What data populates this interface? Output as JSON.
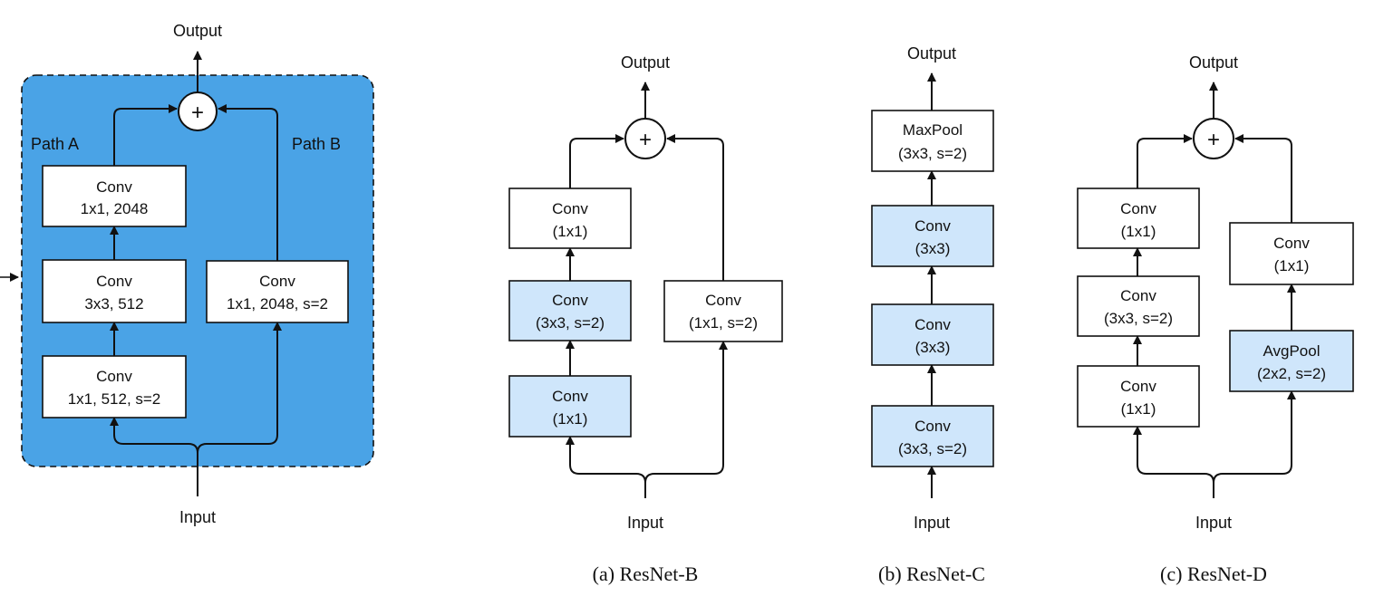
{
  "colors": {
    "panel_fill": "#4aa3e6",
    "highlight_fill": "#cfe6fb",
    "stroke": "#111111"
  },
  "left": {
    "output": "Output",
    "input": "Input",
    "path_a": "Path A",
    "path_b": "Path B",
    "plus": "+",
    "boxes": {
      "a_top": [
        "Conv",
        "1x1, 2048"
      ],
      "a_mid": [
        "Conv",
        "3x3, 512"
      ],
      "a_bot": [
        "Conv",
        "1x1, 512, s=2"
      ],
      "b": [
        "Conv",
        "1x1, 2048, s=2"
      ]
    }
  },
  "b": {
    "output": "Output",
    "input": "Input",
    "plus": "+",
    "caption": "(a) ResNet-B",
    "boxes": {
      "top": [
        "Conv",
        "(1x1)"
      ],
      "mid": [
        "Conv",
        "(3x3, s=2)"
      ],
      "bot": [
        "Conv",
        "(1x1)"
      ],
      "right": [
        "Conv",
        "(1x1, s=2)"
      ]
    }
  },
  "c": {
    "output": "Output",
    "input": "Input",
    "caption": "(b) ResNet-C",
    "boxes": {
      "pool": [
        "MaxPool",
        "(3x3, s=2)"
      ],
      "c1": [
        "Conv",
        "(3x3)"
      ],
      "c2": [
        "Conv",
        "(3x3)"
      ],
      "c3": [
        "Conv",
        "(3x3, s=2)"
      ]
    }
  },
  "d": {
    "output": "Output",
    "input": "Input",
    "plus": "+",
    "caption": "(c) ResNet-D",
    "boxes": {
      "top": [
        "Conv",
        "(1x1)"
      ],
      "mid": [
        "Conv",
        "(3x3, s=2)"
      ],
      "bot": [
        "Conv",
        "(1x1)"
      ],
      "rtop": [
        "Conv",
        "(1x1)"
      ],
      "rpool": [
        "AvgPool",
        "(2x2, s=2)"
      ]
    }
  }
}
